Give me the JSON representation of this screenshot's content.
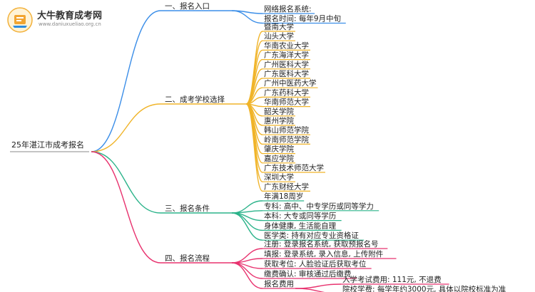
{
  "logo": {
    "name": "大牛教育成考网",
    "url": "www.daniuxueliao.org.cn"
  },
  "root": {
    "label": "25年湛江市成考报名"
  },
  "branches": [
    {
      "label": "一、报名入口",
      "color": "#3b8ee8",
      "items": [
        "网络报名系统:",
        "报名时间: 每年9月中旬"
      ]
    },
    {
      "label": "二、成考学校选择",
      "color": "#f0b429",
      "items": [
        "暨南大学",
        "汕头大学",
        "华南农业大学",
        "广东海洋大学",
        "广州医科大学",
        "广东医科大学",
        "广州中医药大学",
        "广东药科大学",
        "华南师范大学",
        "韶关学院",
        "惠州学院",
        "韩山师范学院",
        "岭南师范学院",
        "肇庆学院",
        "嘉应学院",
        "广东技术师范大学",
        "深圳大学",
        "广东财经大学"
      ]
    },
    {
      "label": "三、报名条件",
      "color": "#2bb38a",
      "items": [
        "年满18周岁",
        "专科: 高中、中专学历或同等学力",
        "本科: 大专或同等学历",
        "身体健康, 生活能自理",
        "医学类: 持有对应专业资格证"
      ]
    },
    {
      "label": "四、报名流程",
      "color": "#e8336f",
      "items": [
        "注册: 登录报名系统, 获取预报名号",
        "填报: 登录系统, 录入信息, 上传附件",
        "获取考位: 人脸验证后获取考位",
        "缴费确认: 审核通过后缴费",
        "报名费用"
      ],
      "fee_items": [
        "入学考试费用: 111元, 不退费",
        "院校学费: 每学年约3000元, 具体以院校标准为准"
      ]
    }
  ]
}
